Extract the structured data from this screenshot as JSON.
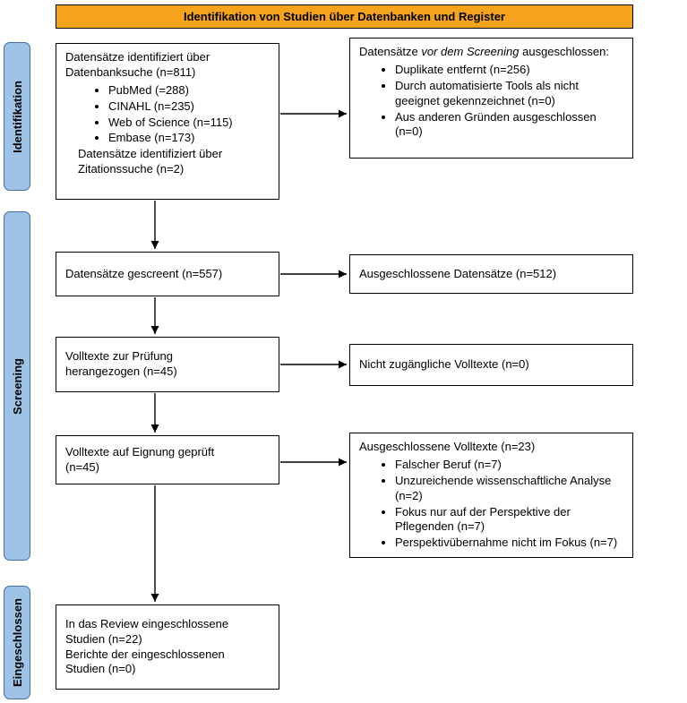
{
  "banner": {
    "label": "Identifikation von Studien über Datenbanken und Register"
  },
  "phases": {
    "identification": "Identifikation",
    "screening": "Screening",
    "included": "Eingeschlossen"
  },
  "boxes": {
    "identified": {
      "head": "Datensätze identifiziert über\nDatenbanksuche (n=811)",
      "bullets": [
        "PubMed (=288)",
        "CINAHL (n=235)",
        "Web of Science (n=115)",
        "Embase (n=173)"
      ],
      "foot": "Datensätze identifiziert über\nZitationssuche (n=2)"
    },
    "excluded_before": {
      "title_prefix": "Datensätze ",
      "title_italic": "vor dem Screening",
      "title_suffix": " ausgeschlossen:",
      "bullets": [
        "Duplikate entfernt (n=256)",
        "Durch automatisierte Tools als nicht geeignet gekennzeichnet (n=0)",
        "Aus anderen Gründen ausgeschlossen (n=0)"
      ]
    },
    "screened": {
      "text": "Datensätze gescreent (n=557)"
    },
    "excluded_records": {
      "text": "Ausgeschlossene Datensätze (n=512)"
    },
    "fulltext_sought": {
      "text": "Volltexte zur Prüfung\nherangezogen (n=45)"
    },
    "fulltext_not_retrieved": {
      "text": "Nicht zugängliche Volltexte (n=0)"
    },
    "fulltext_assessed": {
      "text": "Volltexte auf Eignung geprüft\n(n=45)"
    },
    "fulltext_excluded": {
      "title": "Ausgeschlossene Volltexte (n=23)",
      "bullets": [
        "Falscher Beruf (n=7)",
        "Unzureichende wissenschaftliche Analyse (n=2)",
        "Fokus nur auf der Perspektive der Pflegenden (n=7)",
        "Perspektivübernahme nicht im Fokus (n=7)"
      ]
    },
    "included_studies": {
      "text": "In das Review eingeschlossene\nStudien (n=22)\nBerichte der eingeschlossenen\nStudien (n=0)"
    }
  },
  "colors": {
    "banner_bg": "#F5A31C",
    "sidebar_bg": "#9DC3E6"
  }
}
